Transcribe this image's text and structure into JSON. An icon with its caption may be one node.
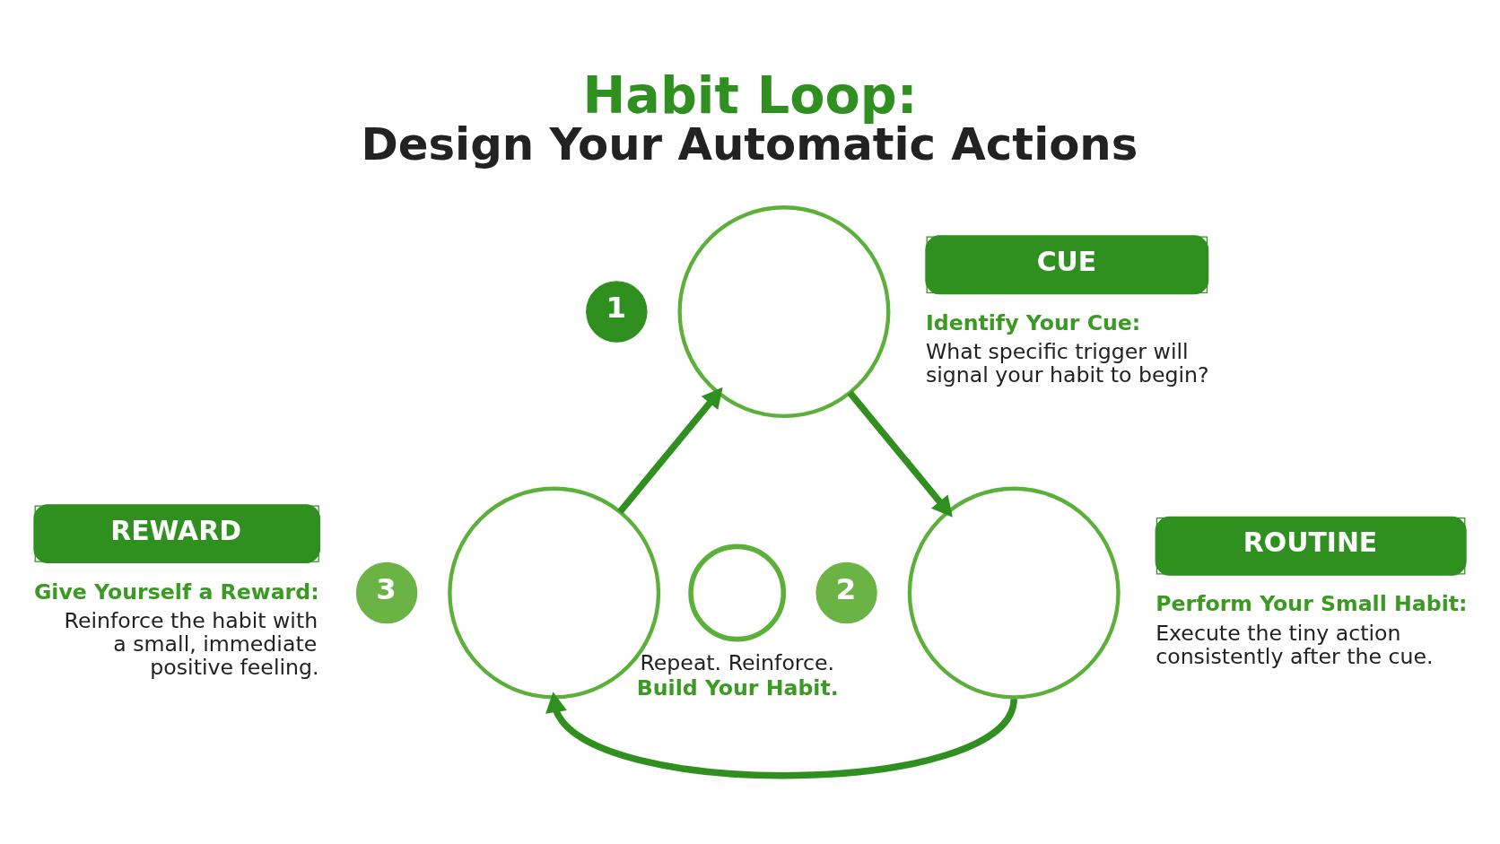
{
  "diagram": {
    "title": "Habit Loop: Design Your Automatic Actions",
    "nodes": [
      {
        "text": [
          "1"
        ]
      },
      {
        "text": [],
        "shape": "circle"
      },
      {
        "text": [
          "CUE"
        ],
        "beside": [
          "Identify Your Cue:",
          "What specific trigger will signal your habit to begin?"
        ]
      },
      {
        "text": [],
        "shape": "circle",
        "beside": [
          "Repeat. Reinforce.",
          "Build Your Habit."
        ]
      },
      {
        "text": [
          "REWARD"
        ],
        "beside": [
          "Give Yourself a Reward:",
          "Reinforce the habit with a small, immediate positive feeling."
        ]
      },
      {
        "text": [
          "3"
        ]
      },
      {
        "text": [],
        "shape": "circle"
      },
      {
        "text": [
          "2"
        ]
      },
      {
        "text": [],
        "shape": "circle"
      },
      {
        "text": [
          "ROUTINE"
        ],
        "beside": [
          "Perform Your Small Habit:",
          "Execute the tiny action consistently after the cue."
        ]
      }
    ],
    "edges": [
      {
        "from": 1,
        "to": 8,
        "arrow": "to"
      },
      {
        "from": 8,
        "to": 6,
        "arrow": "to"
      },
      {
        "from": 6,
        "to": 1,
        "arrow": "to"
      }
    ]
  }
}
